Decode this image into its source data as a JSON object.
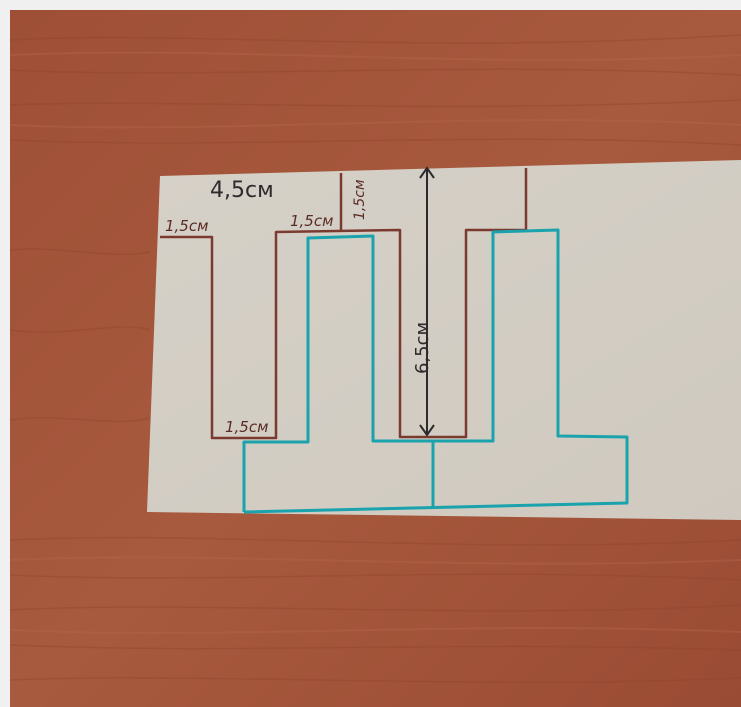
{
  "photo": {
    "desk_color": "#a4553a",
    "paper_color": "#d7d2ca",
    "pen_brown": "#7a3a30",
    "pen_teal": "#1aa3ad",
    "pen_black": "#2b2a2c"
  },
  "labels": {
    "top_width": "4,5см",
    "left_arm_width": "1,5см",
    "mid_arm_width": "1,5см",
    "top_height": "1,5см",
    "bottom_width": "1,5см",
    "depth": "6,5см"
  }
}
